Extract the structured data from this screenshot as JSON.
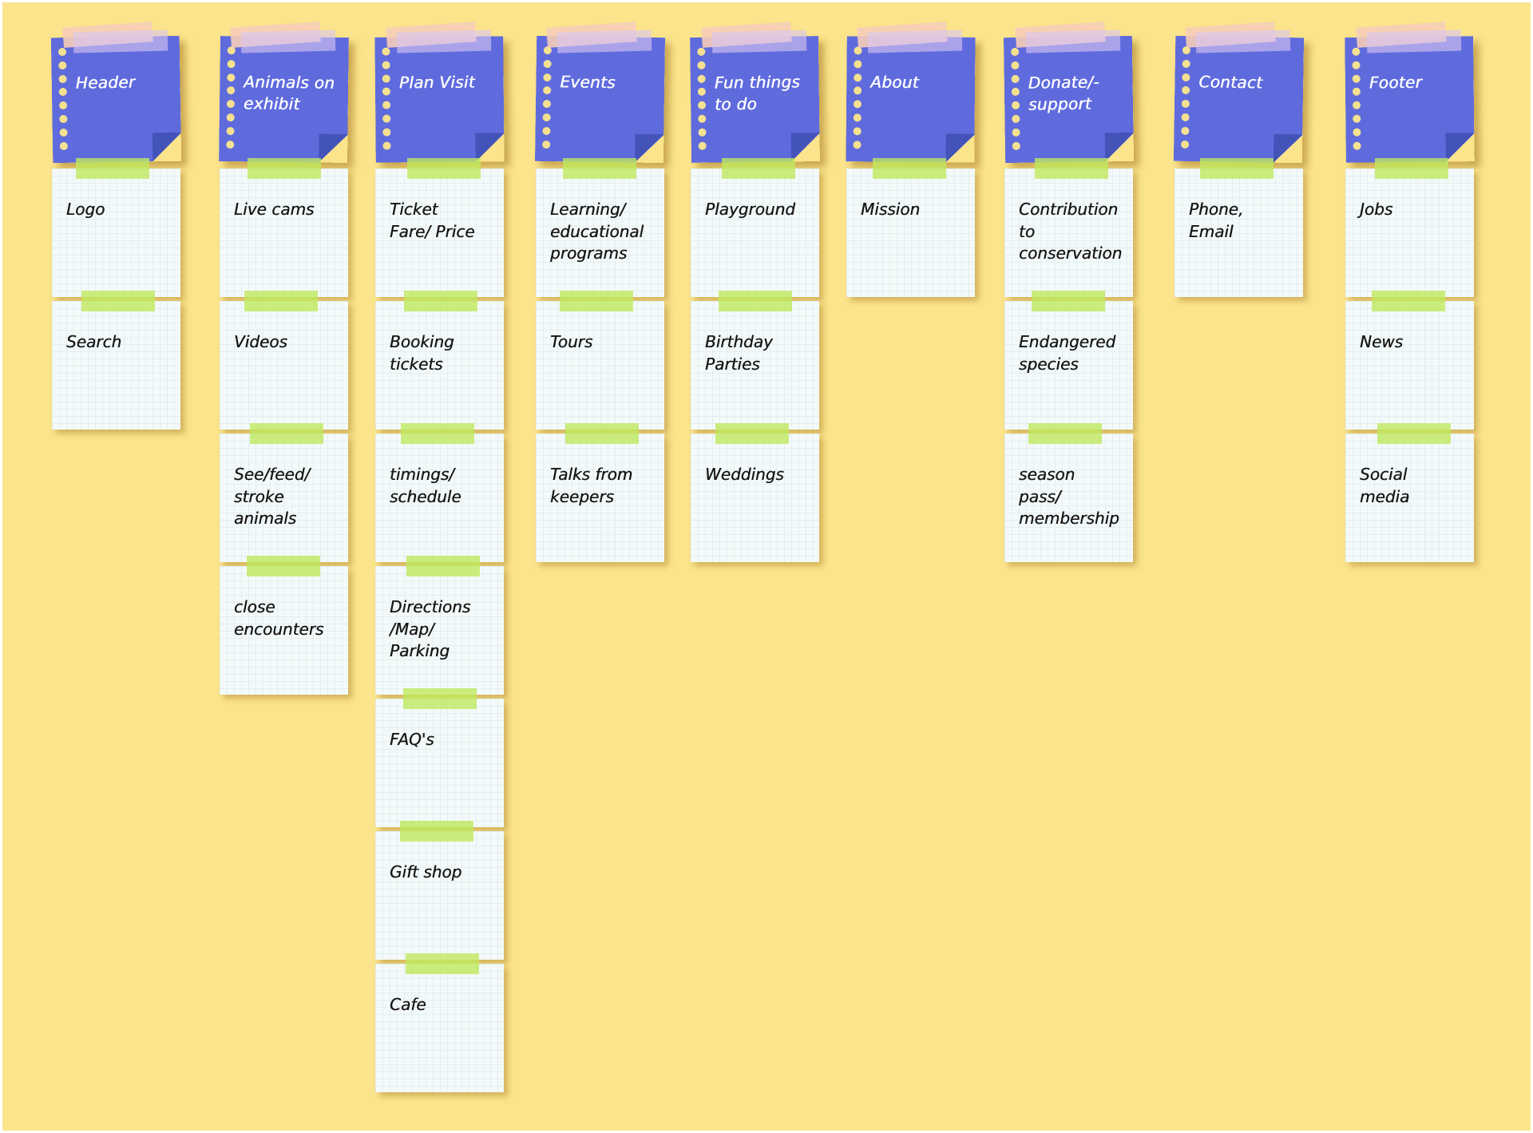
{
  "board": {
    "name": "Zoo website sitemap sticky-note board",
    "colors": {
      "background": "#FBE48C",
      "header_note": "#5F6BDD",
      "header_fold": "#4353B8",
      "hole_punch": "#F3E191",
      "paper_note": "#F4FAF9",
      "paper_grid": "#E2EFF2",
      "green_tape": "#BFE95E",
      "peach_tape": "#F6CDB8",
      "lavender_tape": "#D8C6F2",
      "title_text": "#FFFFFF",
      "note_text": "#171717"
    }
  },
  "columns": [
    {
      "title": "Header",
      "items": [
        "Logo",
        "Search"
      ]
    },
    {
      "title": "Animals on\nexhibit",
      "items": [
        "Live cams",
        "Videos",
        "See/feed/\nstroke\nanimals",
        "close\nencounters"
      ]
    },
    {
      "title": "Plan Visit",
      "items": [
        "Ticket\nFare/ Price",
        "Booking\ntickets",
        "timings/\nschedule",
        "Directions\n/Map/\nParking",
        "FAQ's",
        "Gift shop",
        "Cafe"
      ]
    },
    {
      "title": "Events",
      "items": [
        "Learning/\neducational\nprograms",
        "Tours",
        "Talks from\nkeepers"
      ]
    },
    {
      "title": "Fun things\nto do",
      "items": [
        "Playground",
        "Birthday\nParties",
        "Weddings"
      ]
    },
    {
      "title": "About",
      "items": [
        "Mission"
      ]
    },
    {
      "title": "Donate/-\nsupport",
      "items": [
        "Contribution\nto\nconservation",
        "Endangered\nspecies",
        "season\npass/\nmembership"
      ]
    },
    {
      "title": "Contact",
      "items": [
        "Phone,\nEmail"
      ]
    },
    {
      "title": "Footer",
      "items": [
        "Jobs",
        "News",
        "Social\nmedia"
      ]
    }
  ]
}
